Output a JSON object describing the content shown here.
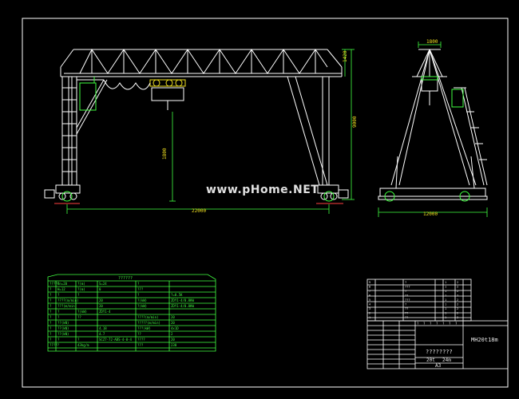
{
  "watermark": "www.pHome.NET",
  "drawing": {
    "title_code": "MH20t18m",
    "title_name": "????????",
    "capacity": "20t",
    "span": "24m",
    "sheet_size": "A3"
  },
  "dimensions": {
    "front_span": "22000",
    "front_lift": "1800",
    "front_height": "9000",
    "front_top": "1420",
    "side_width": "12000",
    "side_top": "1800"
  },
  "spec_table": {
    "title": "??????",
    "rows": [
      [
        "?????",
        "Gn=20",
        "?(m)",
        "S=24",
        "?",
        ""
      ],
      [
        "?",
        "H=12",
        "?(m)",
        "0",
        "???",
        ""
      ],
      [
        "?",
        "?",
        "?",
        "",
        "?",
        "?=0.5K"
      ],
      [
        "?",
        "????(m/min)",
        "",
        "20",
        "?(kW)",
        "ZDY1-4/0.8KW"
      ],
      [
        "?",
        "???(m/min)",
        "",
        "20",
        "?(kW)",
        "ZDY1-4/0.8KW"
      ],
      [
        "?",
        "?",
        "?(kW)",
        "ZDY1-4",
        "",
        ""
      ],
      [
        "?",
        "?",
        "??",
        "",
        "????(m/min)",
        "20"
      ],
      [
        "?",
        "??(kN)",
        "",
        "",
        "?????(m/min)",
        "20"
      ],
      [
        "?",
        "??(kN)",
        "",
        "4.18",
        "???(kW)",
        "4x1D"
      ],
      [
        "?",
        "??(kN)",
        "",
        "4.7",
        "??",
        "2"
      ],
      [
        "?",
        "?",
        "?",
        "SCZ7-72-ABS-4-0-4",
        "????",
        "20"
      ],
      [
        "?????",
        "",
        "43kg/m",
        "",
        "???",
        "230"
      ]
    ]
  },
  "bom": {
    "rows": [
      [
        "9",
        "",
        "?",
        "",
        "1",
        "2",
        ""
      ],
      [
        "8",
        "",
        "???",
        "",
        "1",
        "2",
        ""
      ],
      [
        "7",
        "",
        "?",
        "",
        "1",
        "2",
        ""
      ],
      [
        "6",
        "",
        "??",
        "",
        "1",
        "2",
        ""
      ],
      [
        "5",
        "",
        "???",
        "",
        "1",
        "2",
        ""
      ],
      [
        "4",
        "",
        "?",
        "",
        "1",
        "2",
        ""
      ],
      [
        "3",
        "",
        "??",
        "",
        "1",
        "2",
        ""
      ],
      [
        "2",
        "",
        "??",
        "",
        "1",
        "2",
        ""
      ],
      [
        "1",
        "",
        "??",
        "",
        "1",
        "2",
        ""
      ]
    ],
    "header": [
      "?",
      "?",
      "?",
      "?",
      "?",
      "?",
      "?"
    ]
  }
}
